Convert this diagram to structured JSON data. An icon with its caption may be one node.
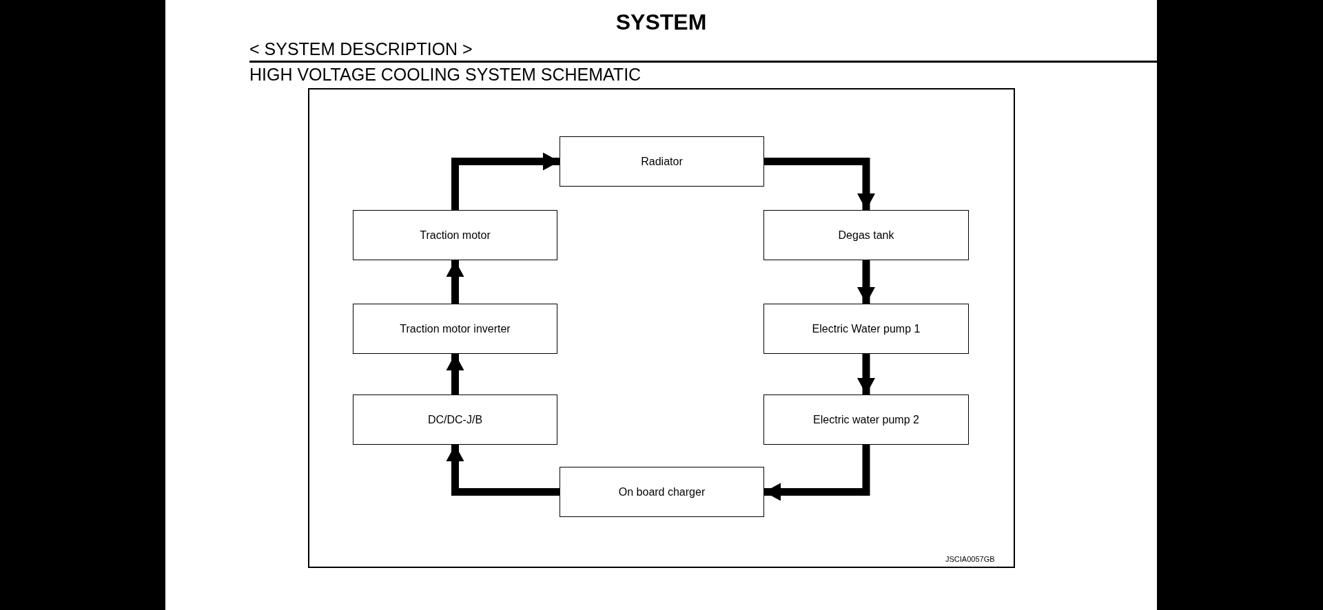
{
  "diagram": {
    "title": "SYSTEM",
    "nodes": [
      {
        "text": [
          "Radiator"
        ]
      },
      {
        "text": [
          "Traction motor"
        ]
      },
      {
        "text": [
          "Degas tank"
        ]
      },
      {
        "text": [
          "Traction motor inverter"
        ]
      },
      {
        "text": [
          "Electric Water pump 1"
        ]
      },
      {
        "text": [
          "DC/DC-J/B"
        ]
      },
      {
        "text": [
          "Electric water pump 2"
        ]
      },
      {
        "text": [
          "On board charger"
        ]
      }
    ],
    "edges": [
      {
        "from": 1,
        "to": 0,
        "arrow": "to"
      },
      {
        "from": 0,
        "to": 2,
        "arrow": "to"
      },
      {
        "from": 2,
        "to": 4,
        "arrow": "to"
      },
      {
        "from": 4,
        "to": 6,
        "arrow": "to"
      },
      {
        "from": 6,
        "to": 7,
        "arrow": "to"
      },
      {
        "from": 7,
        "to": 5,
        "arrow": "to"
      },
      {
        "from": 5,
        "to": 3,
        "arrow": "to"
      },
      {
        "from": 3,
        "to": 1,
        "arrow": "to"
      }
    ],
    "labels": [
      "< SYSTEM DESCRIPTION >",
      "HIGH VOLTAGE COOLING SYSTEM SCHEMATIC",
      "JSCIA0057GB"
    ]
  }
}
